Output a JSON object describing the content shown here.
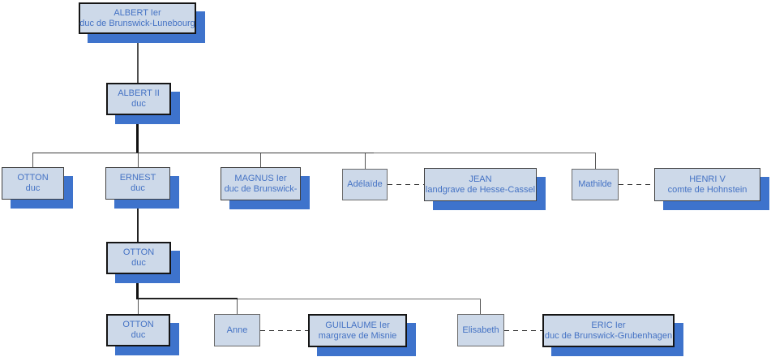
{
  "diagram": {
    "kind": "genealogy family tree",
    "background": "#ffffff",
    "colors": {
      "box_fill": "#cdd9e9",
      "box_shadow_blue": "#3e73cc",
      "box_border": "#404040",
      "box_border_emphasis": "#151515",
      "box_border_spouse": "#6a6a6a",
      "text_blue": "#4472c4",
      "connector_dark": "#1a1a1a",
      "connector_gray": "#6f6f6f"
    }
  },
  "nodes": [
    {
      "id": "albert-1",
      "name": "ALBERT Ier",
      "title": "duc de Brunswick-Lunebourg"
    },
    {
      "id": "albert-2",
      "name": "ALBERT II",
      "title": "duc"
    },
    {
      "id": "otton-g3",
      "name": "OTTON",
      "title": "duc"
    },
    {
      "id": "ernest",
      "name": "ERNEST",
      "title": "duc"
    },
    {
      "id": "magnus",
      "name": "MAGNUS Ier",
      "title": "duc de Brunswick-"
    },
    {
      "id": "adelaide",
      "name": "Adélaïde",
      "title": ""
    },
    {
      "id": "jean",
      "name": "JEAN",
      "title": "landgrave de Hesse-Cassel"
    },
    {
      "id": "mathilde",
      "name": "Mathilde",
      "title": ""
    },
    {
      "id": "henri-5",
      "name": "HENRI V",
      "title": "comte de Hohnstein"
    },
    {
      "id": "otton-g4",
      "name": "OTTON",
      "title": "duc"
    },
    {
      "id": "otton-g5",
      "name": "OTTON",
      "title": "duc"
    },
    {
      "id": "anne",
      "name": "Anne",
      "title": ""
    },
    {
      "id": "guillaume",
      "name": "GUILLAUME Ier",
      "title": "margrave de Misnie"
    },
    {
      "id": "elisabeth",
      "name": "Elisabeth",
      "title": ""
    },
    {
      "id": "eric",
      "name": "ERIC Ier",
      "title": "duc de Brunswick-Grubenhagen"
    }
  ],
  "relations": {
    "parent_child": [
      [
        "albert-1",
        "albert-2"
      ],
      [
        "albert-2",
        "otton-g3"
      ],
      [
        "albert-2",
        "ernest"
      ],
      [
        "albert-2",
        "magnus"
      ],
      [
        "albert-2",
        "adelaide"
      ],
      [
        "albert-2",
        "mathilde"
      ],
      [
        "ernest",
        "otton-g4"
      ],
      [
        "otton-g4",
        "otton-g5"
      ],
      [
        "otton-g4",
        "anne"
      ],
      [
        "otton-g4",
        "elisabeth"
      ]
    ],
    "marriages": [
      [
        "adelaide",
        "jean"
      ],
      [
        "mathilde",
        "henri-5"
      ],
      [
        "anne",
        "guillaume"
      ],
      [
        "elisabeth",
        "eric"
      ]
    ]
  }
}
